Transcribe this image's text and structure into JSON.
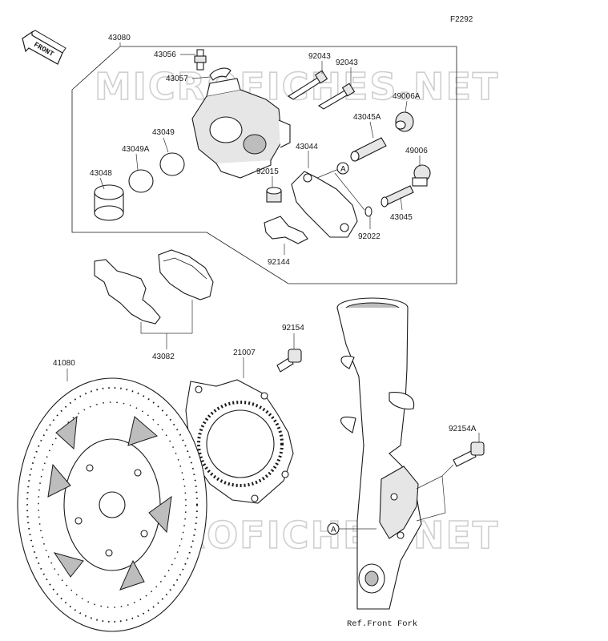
{
  "figure_code": "F2292",
  "watermark": "MICROFICHES.NET",
  "direction_label": "FRONT",
  "callout": "A",
  "ref_note": "Ref.Front Fork",
  "parts": {
    "p43080": "43080",
    "p43056": "43056",
    "p43057": "43057",
    "p92043a": "92043",
    "p92043b": "92043",
    "p49006A": "49006A",
    "p43045A": "43045A",
    "p43049": "43049",
    "p43049A": "43049A",
    "p43044": "43044",
    "p49006": "49006",
    "p43048": "43048",
    "p92015": "92015",
    "p43045": "43045",
    "p92022": "92022",
    "p92144": "92144",
    "p43082": "43082",
    "p92154": "92154",
    "p21007": "21007",
    "p41080": "41080",
    "p92154A": "92154A"
  }
}
